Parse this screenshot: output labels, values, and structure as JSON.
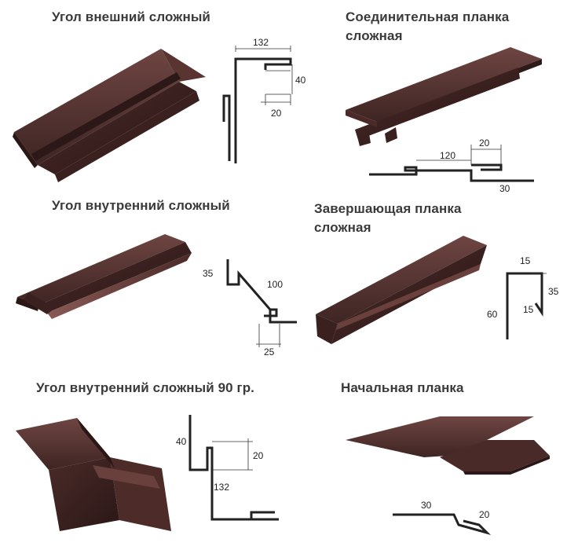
{
  "sections": [
    {
      "title_lines": [
        "Угол внешний сложный"
      ],
      "dims": [
        "132",
        "40",
        "20"
      ]
    },
    {
      "title_lines": [
        "Соединительная планка",
        "сложная"
      ],
      "dims": [
        "20",
        "120",
        "30"
      ]
    },
    {
      "title_lines": [
        "Угол внутренний сложный"
      ],
      "dims": [
        "35",
        "100",
        "25"
      ]
    },
    {
      "title_lines": [
        "Завершающая планка",
        "сложная"
      ],
      "dims": [
        "15",
        "35",
        "60",
        "15"
      ]
    },
    {
      "title_lines": [
        "Угол внутренний сложный 90 гр."
      ],
      "dims": [
        "40",
        "20",
        "132"
      ]
    },
    {
      "title_lines": [
        "Начальная планка"
      ],
      "dims": [
        "30",
        "20"
      ]
    }
  ],
  "colors": {
    "metal_dark": "#3b2322",
    "metal_mid": "#5a3431",
    "metal_light": "#7a4b47",
    "ink": "#222222"
  }
}
